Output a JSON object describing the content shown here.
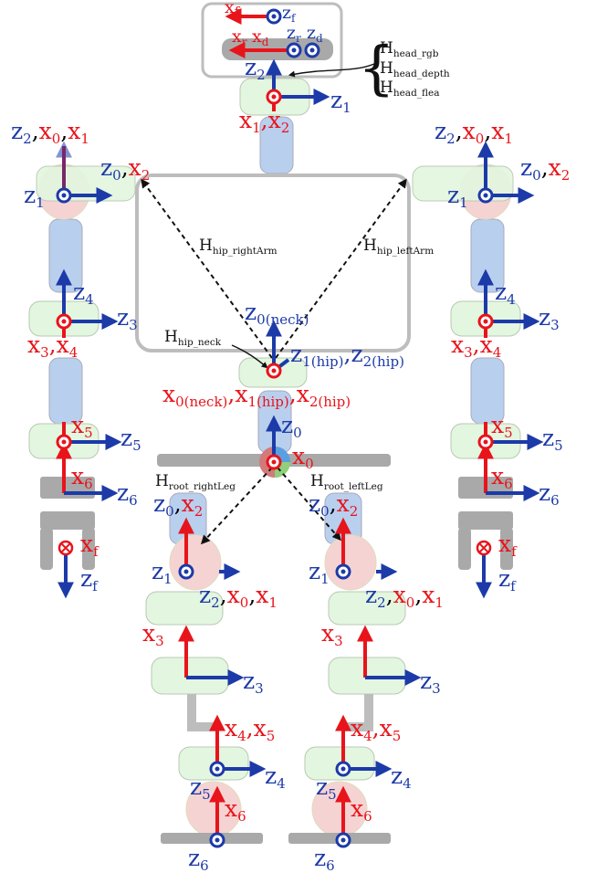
{
  "head": {
    "x_f": "x",
    "x_f_sub": "f",
    "z_f": "z",
    "z_f_sub": "f",
    "x_r": "x",
    "x_r_sub": "r",
    "x_d": "x",
    "x_d_sub": "d",
    "z_r": "z",
    "z_r_sub": "r",
    "z_d": "z",
    "z_d_sub": "d"
  },
  "neck": {
    "z2": "z",
    "z2_sub": "2",
    "z1": "z",
    "z1_sub": "1",
    "x1x2": "x",
    "x1_sub": "1",
    "x2": "x",
    "x2_sub": "2",
    "comma": ","
  },
  "transforms": {
    "head_rgb": "H",
    "head_rgb_sub": "head_rgb",
    "head_depth": "H",
    "head_depth_sub": "head_depth",
    "head_flea": "H",
    "head_flea_sub": "head_flea",
    "hip_rightArm": "H",
    "hip_rightArm_sub": "hip_rightArm",
    "hip_leftArm": "H",
    "hip_leftArm_sub": "hip_leftArm",
    "hip_neck": "H",
    "hip_neck_sub": "hip_neck",
    "root_rightLeg": "H",
    "root_rightLeg_sub": "root_rightLeg",
    "root_leftLeg": "H",
    "root_leftLeg_sub": "root_leftLeg"
  },
  "hip": {
    "z0neck": "z",
    "z0neck_sub": "0(neck)",
    "z1hip": "z",
    "z1hip_sub": "1(hip)",
    "z2hip": "z",
    "z2hip_sub": "2(hip)",
    "x0neck": "x",
    "x0neck_sub": "0(neck)",
    "x1hip": "x",
    "x1hip_sub": "1(hip)",
    "x2hip": "x",
    "x2hip_sub": "2(hip)"
  },
  "root": {
    "z0": "z",
    "z0_sub": "0",
    "x0": "x",
    "x0_sub": "0"
  },
  "arm": {
    "z2": "z",
    "z2_sub": "2",
    "x0": "x",
    "x0_sub": "0",
    "x1": "x",
    "x1_sub": "1",
    "z0": "z",
    "z0_sub": "0",
    "x2": "x",
    "x2_sub": "2",
    "z1": "z",
    "z1_sub": "1",
    "z4": "z",
    "z4_sub": "4",
    "z3": "z",
    "z3_sub": "3",
    "x3": "x",
    "x3_sub": "3",
    "x4": "x",
    "x4_sub": "4",
    "x5": "x",
    "x5_sub": "5",
    "z5": "z",
    "z5_sub": "5",
    "x6": "x",
    "x6_sub": "6",
    "z6": "z",
    "z6_sub": "6",
    "xf": "x",
    "xf_sub": "f",
    "zf": "z",
    "zf_sub": "f"
  },
  "leg": {
    "z0": "z",
    "z0_sub": "0",
    "x2": "x",
    "x2_sub": "2",
    "z1": "z",
    "z1_sub": "1",
    "z2": "z",
    "z2_sub": "2",
    "x0": "x",
    "x0_sub": "0",
    "x1": "x",
    "x1_sub": "1",
    "x3": "x",
    "x3_sub": "3",
    "z3": "z",
    "z3_sub": "3",
    "x4": "x",
    "x4_sub": "4",
    "x5": "x",
    "x5_sub": "5",
    "z5": "z",
    "z5_sub": "5",
    "z4": "z",
    "z4_sub": "4",
    "x6": "x",
    "x6_sub": "6",
    "z6": "z",
    "z6_sub": "6"
  },
  "colors": {
    "x_axis": "#e8141b",
    "z_axis": "#1c3aa8",
    "link": "#b9cfee",
    "joint": "#e3f6df",
    "disc": "#f6d3d3",
    "frame": "#bdbdbd",
    "base": "#a9a9a9"
  }
}
